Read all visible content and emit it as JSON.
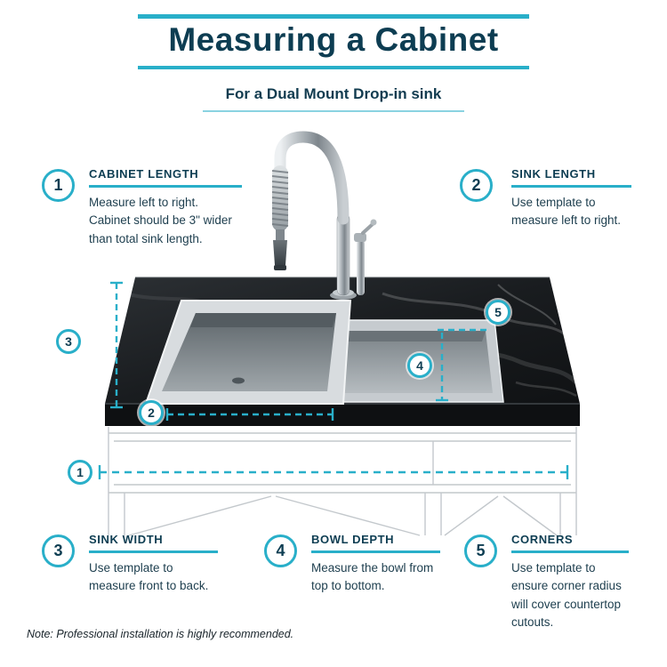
{
  "header": {
    "title": "Measuring a Cabinet",
    "subtitle": "For a Dual Mount Drop-in sink"
  },
  "callouts": [
    {
      "number": "1",
      "title": "CABINET LENGTH",
      "body": "Measure left to right. Cabinet should be 3\" wider than total sink length."
    },
    {
      "number": "2",
      "title": "SINK LENGTH",
      "body": "Use template to measure left to right."
    },
    {
      "number": "3",
      "title": "SINK WIDTH",
      "body": "Use template to measure front to back."
    },
    {
      "number": "4",
      "title": "BOWL DEPTH",
      "body": "Measure the bowl from top to bottom."
    },
    {
      "number": "5",
      "title": "CORNERS",
      "body": "Use template to ensure corner radius will cover countertop cutouts."
    }
  ],
  "diagram_markers": [
    {
      "number": "1"
    },
    {
      "number": "2"
    },
    {
      "number": "3"
    },
    {
      "number": "4"
    },
    {
      "number": "5"
    }
  ],
  "note": "Note: Professional installation is highly recommended.",
  "colors": {
    "accent": "#29afc9",
    "heading": "#0d3d52",
    "body_text": "#1d3e4e"
  }
}
